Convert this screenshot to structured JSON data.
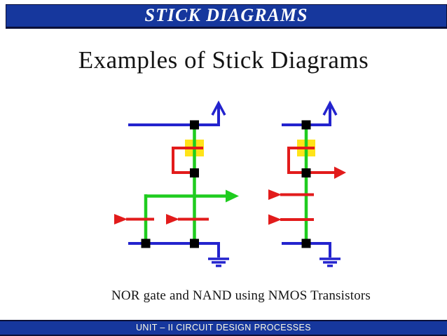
{
  "header": {
    "title": "STICK DIAGRAMS"
  },
  "main": {
    "heading": "Examples of Stick Diagrams",
    "caption": "NOR gate and NAND using NMOS Transistors"
  },
  "footer": {
    "text": "UNIT – II CIRCUIT DESIGN PROCESSES"
  },
  "palette": {
    "bar_blue": "#16379D",
    "bar_border": "#0B1038",
    "metal_blue": "#2323CE",
    "diffusion_green": "#1FCC1F",
    "poly_red": "#E21B1B",
    "implant_yellow": "#FFE319",
    "contact_black": "#000000",
    "heading_text": "#141414",
    "footer_text": "#FFFDE6"
  }
}
